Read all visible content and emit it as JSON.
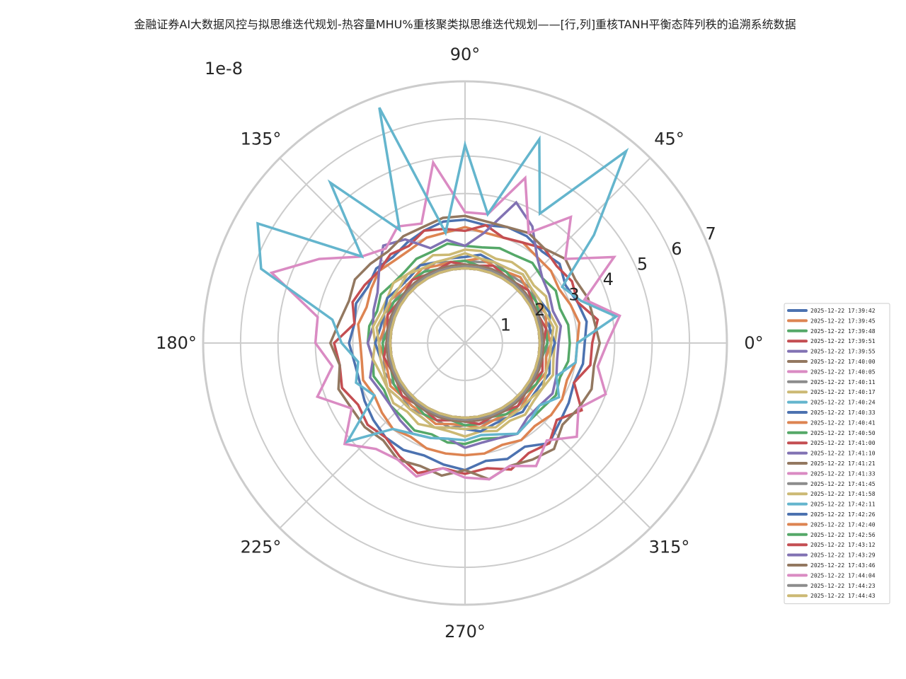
{
  "chart_data": {
    "type": "line",
    "projection": "polar",
    "title": "金融证券AI大数据风控与拟思维迭代规划-热容量MHU%重核聚类拟思维迭代规划——[行,列]重核TANH平衡态阵列秩的追溯系统数据",
    "radial_scale_label": "1e-8",
    "radial_ticks": [
      "1",
      "2",
      "3",
      "4",
      "5",
      "6",
      "7"
    ],
    "rlim": [
      0,
      7
    ],
    "angle_ticks": [
      "0°",
      "45°",
      "90°",
      "135°",
      "180°",
      "225°",
      "270°",
      "315°"
    ],
    "grid": true,
    "legend_position": "lower-right",
    "theta_deg": [
      0,
      10,
      20,
      30,
      40,
      50,
      60,
      70,
      80,
      90,
      100,
      110,
      120,
      130,
      140,
      150,
      160,
      170,
      180,
      190,
      200,
      210,
      220,
      230,
      240,
      250,
      260,
      270,
      280,
      290,
      300,
      310,
      320,
      330,
      340,
      350
    ],
    "colors": [
      "#4c72b0",
      "#dd8452",
      "#55a868",
      "#c44e52",
      "#8172b3",
      "#937860",
      "#da8bc3",
      "#8c8c8c",
      "#ccb974",
      "#64b5cd"
    ],
    "series": [
      {
        "name": "2025-12-22 17:39:42",
        "values": [
          3.2,
          3.3,
          3.2,
          3.1,
          3.3,
          3.2,
          3.3,
          3.3,
          3.2,
          3.3,
          3.3,
          3.2,
          3.1,
          3.0,
          3.1,
          3.0,
          3.1,
          3.0,
          3.1,
          3.0,
          3.0,
          3.1,
          3.2,
          3.3,
          3.3,
          3.2,
          3.3,
          3.4,
          3.2,
          3.3,
          3.2,
          3.5,
          3.3,
          3.2,
          3.1,
          3.2
        ]
      },
      {
        "name": "2025-12-22 17:39:45",
        "values": [
          3.0,
          3.1,
          3.0,
          2.9,
          3.0,
          3.0,
          3.1,
          3.0,
          3.0,
          3.1,
          3.0,
          3.0,
          2.9,
          2.9,
          3.0,
          2.9,
          2.8,
          2.9,
          2.8,
          2.8,
          2.9,
          2.8,
          2.9,
          3.0,
          2.9,
          3.0,
          3.0,
          3.0,
          3.0,
          2.9,
          3.0,
          2.9,
          3.0,
          3.0,
          2.9,
          3.0
        ]
      },
      {
        "name": "2025-12-22 17:39:48",
        "values": [
          2.8,
          2.8,
          2.7,
          2.8,
          2.7,
          2.8,
          2.7,
          2.7,
          2.6,
          2.6,
          2.7,
          2.6,
          2.6,
          2.5,
          2.5,
          2.6,
          2.5,
          2.6,
          2.6,
          2.5,
          2.6,
          2.5,
          2.6,
          2.6,
          2.7,
          2.6,
          2.7,
          2.7,
          2.6,
          2.7,
          2.8,
          2.7,
          2.7,
          2.8,
          2.7,
          2.8
        ]
      },
      {
        "name": "2025-12-22 17:39:51",
        "values": [
          3.4,
          3.6,
          3.2,
          3.3,
          3.2,
          3.3,
          3.1,
          3.0,
          3.2,
          3.0,
          3.1,
          3.2,
          3.0,
          3.1,
          3.0,
          3.1,
          3.2,
          3.0,
          3.5,
          3.4,
          3.5,
          3.3,
          3.4,
          3.3,
          3.5,
          3.7,
          3.4,
          3.5,
          3.4,
          3.6,
          3.4,
          3.5,
          3.2,
          3.6,
          3.1,
          3.4
        ]
      },
      {
        "name": "2025-12-22 17:39:55",
        "values": [
          2.5,
          2.6,
          2.5,
          2.6,
          2.7,
          3.0,
          3.6,
          4.0,
          3.0,
          2.6,
          2.8,
          2.7,
          3.2,
          3.4,
          3.0,
          2.7,
          2.6,
          2.5,
          2.6,
          2.5,
          2.7,
          2.6,
          2.6,
          2.7,
          2.8,
          2.7,
          2.6,
          2.8,
          2.7,
          2.7,
          2.8,
          2.6,
          2.6,
          2.7,
          2.6,
          2.5
        ]
      },
      {
        "name": "2025-12-22 17:40:00",
        "values": [
          3.6,
          3.5,
          3.5,
          3.4,
          3.5,
          3.3,
          3.4,
          3.3,
          3.3,
          3.4,
          3.4,
          3.3,
          3.3,
          3.2,
          3.3,
          3.4,
          3.3,
          3.4,
          3.6,
          3.4,
          3.6,
          3.5,
          3.5,
          3.4,
          3.6,
          3.5,
          3.6,
          3.4,
          3.7,
          3.5,
          3.6,
          3.7,
          3.4,
          3.5,
          3.6,
          3.5
        ]
      },
      {
        "name": "2025-12-22 17:40:05",
        "values": [
          3.8,
          4.2,
          3.4,
          4.6,
          3.5,
          4.4,
          3.4,
          4.7,
          3.5,
          3.5,
          4.9,
          3.4,
          3.6,
          3.3,
          3.6,
          4.5,
          5.5,
          4.0,
          4.0,
          3.6,
          4.2,
          3.5,
          4.2,
          3.7,
          3.6,
          3.8,
          3.4,
          3.6,
          3.7,
          3.5,
          3.8,
          3.4,
          3.9,
          3.5,
          4.0,
          3.6
        ]
      },
      {
        "name": "2025-12-22 17:40:11",
        "values": [
          2.2,
          2.3,
          2.2,
          2.2,
          2.3,
          2.2,
          2.2,
          2.3,
          2.2,
          2.2,
          2.2,
          2.3,
          2.2,
          2.2,
          2.2,
          2.2,
          2.3,
          2.2,
          2.2,
          2.2,
          2.3,
          2.2,
          2.2,
          2.3,
          2.2,
          2.2,
          2.3,
          2.2,
          2.2,
          2.2,
          2.3,
          2.2,
          2.2,
          2.2,
          2.3,
          2.2
        ]
      },
      {
        "name": "2025-12-22 17:40:17",
        "values": [
          2.4,
          2.5,
          2.4,
          2.5,
          2.4,
          2.5,
          2.5,
          2.4,
          2.5,
          2.5,
          2.4,
          2.5,
          2.4,
          2.4,
          2.5,
          2.4,
          2.4,
          2.5,
          2.4,
          2.5,
          2.4,
          2.4,
          2.5,
          2.4,
          2.5,
          2.4,
          2.4,
          2.5,
          2.4,
          2.5,
          2.4,
          2.5,
          2.4,
          2.4,
          2.5,
          2.4
        ]
      },
      {
        "name": "2025-12-22 17:40:24",
        "values": [
          3.0,
          4.1,
          3.3,
          3.0,
          4.5,
          6.7,
          4.0,
          5.8,
          3.5,
          5.3,
          3.0,
          6.7,
          3.5,
          5.6,
          3.6,
          6.4,
          5.8,
          3.6,
          3.3,
          2.9,
          3.1,
          2.8,
          4.1,
          3.0,
          2.8,
          2.7,
          2.6,
          2.6,
          2.5,
          2.6,
          2.8,
          2.7,
          2.6,
          2.9,
          2.6,
          3.0
        ]
      },
      {
        "name": "2025-12-22 17:40:33",
        "values": [
          2.4,
          2.3,
          2.4,
          2.3,
          2.3,
          2.4,
          2.3,
          2.3,
          2.4,
          2.3,
          2.3,
          2.3,
          2.4,
          2.3,
          2.3,
          2.4,
          2.3,
          2.3,
          2.4,
          2.3,
          2.3,
          2.4,
          2.3,
          2.3,
          2.3,
          2.4,
          2.3,
          2.3,
          2.4,
          2.3,
          2.3,
          2.4,
          2.3,
          2.3,
          2.4,
          2.3
        ]
      },
      {
        "name": "2025-12-22 17:40:41",
        "values": [
          2.3,
          2.2,
          2.3,
          2.2,
          2.2,
          2.3,
          2.2,
          2.2,
          2.3,
          2.2,
          2.2,
          2.2,
          2.3,
          2.2,
          2.2,
          2.3,
          2.2,
          2.2,
          2.3,
          2.2,
          2.2,
          2.3,
          2.2,
          2.2,
          2.2,
          2.3,
          2.2,
          2.2,
          2.3,
          2.2,
          2.2,
          2.3,
          2.2,
          2.2,
          2.3,
          2.2
        ]
      },
      {
        "name": "2025-12-22 17:40:50",
        "values": [
          2.2,
          2.2,
          2.1,
          2.2,
          2.2,
          2.1,
          2.2,
          2.2,
          2.1,
          2.2,
          2.2,
          2.1,
          2.2,
          2.2,
          2.1,
          2.2,
          2.2,
          2.1,
          2.2,
          2.2,
          2.1,
          2.2,
          2.2,
          2.1,
          2.2,
          2.2,
          2.1,
          2.2,
          2.2,
          2.1,
          2.2,
          2.2,
          2.1,
          2.2,
          2.2,
          2.1
        ]
      },
      {
        "name": "2025-12-22 17:41:00",
        "values": [
          2.1,
          2.2,
          2.1,
          2.1,
          2.2,
          2.1,
          2.1,
          2.2,
          2.1,
          2.1,
          2.2,
          2.1,
          2.1,
          2.2,
          2.1,
          2.1,
          2.2,
          2.1,
          2.1,
          2.2,
          2.1,
          2.1,
          2.2,
          2.1,
          2.1,
          2.2,
          2.1,
          2.1,
          2.2,
          2.1,
          2.1,
          2.2,
          2.1,
          2.1,
          2.2,
          2.1
        ]
      },
      {
        "name": "2025-12-22 17:41:10",
        "values": [
          2.1,
          2.1,
          2.1,
          2.1,
          2.1,
          2.1,
          2.1,
          2.1,
          2.1,
          2.1,
          2.1,
          2.1,
          2.1,
          2.1,
          2.1,
          2.1,
          2.1,
          2.1,
          2.1,
          2.1,
          2.1,
          2.1,
          2.1,
          2.1,
          2.1,
          2.1,
          2.1,
          2.1,
          2.1,
          2.1,
          2.1,
          2.1,
          2.1,
          2.1,
          2.1,
          2.1
        ]
      },
      {
        "name": "2025-12-22 17:41:21",
        "values": [
          2.1,
          2.1,
          2.1,
          2.1,
          2.1,
          2.1,
          2.1,
          2.1,
          2.1,
          2.1,
          2.1,
          2.1,
          2.1,
          2.1,
          2.1,
          2.1,
          2.1,
          2.1,
          2.1,
          2.1,
          2.1,
          2.1,
          2.1,
          2.1,
          2.1,
          2.1,
          2.1,
          2.1,
          2.1,
          2.1,
          2.1,
          2.1,
          2.1,
          2.1,
          2.1,
          2.1
        ]
      },
      {
        "name": "2025-12-22 17:41:33",
        "values": [
          2.05,
          2.05,
          2.05,
          2.05,
          2.05,
          2.05,
          2.05,
          2.05,
          2.05,
          2.05,
          2.05,
          2.05,
          2.05,
          2.05,
          2.05,
          2.05,
          2.05,
          2.05,
          2.05,
          2.05,
          2.05,
          2.05,
          2.05,
          2.05,
          2.05,
          2.05,
          2.05,
          2.05,
          2.05,
          2.05,
          2.05,
          2.05,
          2.05,
          2.05,
          2.05,
          2.05
        ]
      },
      {
        "name": "2025-12-22 17:41:45",
        "values": [
          2.05,
          2.05,
          2.05,
          2.05,
          2.05,
          2.05,
          2.05,
          2.05,
          2.05,
          2.05,
          2.05,
          2.05,
          2.05,
          2.05,
          2.05,
          2.05,
          2.05,
          2.05,
          2.05,
          2.05,
          2.05,
          2.05,
          2.05,
          2.05,
          2.05,
          2.05,
          2.05,
          2.05,
          2.05,
          2.05,
          2.05,
          2.05,
          2.05,
          2.05,
          2.05,
          2.05
        ]
      },
      {
        "name": "2025-12-22 17:41:58",
        "values": [
          2.3,
          2.4,
          2.3,
          2.3,
          2.3,
          2.4,
          2.3,
          2.3,
          2.3,
          2.4,
          2.3,
          2.3,
          2.3,
          2.4,
          2.3,
          2.3,
          2.3,
          2.4,
          2.3,
          2.3,
          2.3,
          2.4,
          2.3,
          2.3,
          2.3,
          2.4,
          2.3,
          2.3,
          2.3,
          2.4,
          2.3,
          2.3,
          2.3,
          2.4,
          2.3,
          2.3
        ]
      },
      {
        "name": "2025-12-22 17:42:11",
        "values": [
          2.0,
          2.0,
          2.0,
          2.0,
          2.0,
          2.0,
          2.0,
          2.0,
          2.0,
          2.0,
          2.0,
          2.0,
          2.0,
          2.0,
          2.0,
          2.0,
          2.0,
          2.0,
          2.0,
          2.0,
          2.0,
          2.0,
          2.0,
          2.0,
          2.0,
          2.0,
          2.0,
          2.0,
          2.0,
          2.0,
          2.0,
          2.0,
          2.0,
          2.0,
          2.0,
          2.0
        ]
      },
      {
        "name": "2025-12-22 17:42:26",
        "values": [
          2.0,
          2.0,
          2.0,
          2.0,
          2.0,
          2.0,
          2.0,
          2.0,
          2.0,
          2.0,
          2.0,
          2.0,
          2.0,
          2.0,
          2.0,
          2.0,
          2.0,
          2.0,
          2.0,
          2.0,
          2.0,
          2.0,
          2.0,
          2.0,
          2.0,
          2.0,
          2.0,
          2.0,
          2.0,
          2.0,
          2.0,
          2.0,
          2.0,
          2.0,
          2.0,
          2.0
        ]
      },
      {
        "name": "2025-12-22 17:42:40",
        "values": [
          2.0,
          2.0,
          2.0,
          2.0,
          2.0,
          2.0,
          2.0,
          2.0,
          2.0,
          2.0,
          2.0,
          2.0,
          2.0,
          2.0,
          2.0,
          2.0,
          2.0,
          2.0,
          2.0,
          2.0,
          2.0,
          2.0,
          2.0,
          2.0,
          2.0,
          2.0,
          2.0,
          2.0,
          2.0,
          2.0,
          2.0,
          2.0,
          2.0,
          2.0,
          2.0,
          2.0
        ]
      },
      {
        "name": "2025-12-22 17:42:56",
        "values": [
          2.0,
          2.0,
          2.0,
          2.0,
          2.0,
          2.0,
          2.0,
          2.0,
          2.0,
          2.0,
          2.0,
          2.0,
          2.0,
          2.0,
          2.0,
          2.0,
          2.0,
          2.0,
          2.0,
          2.0,
          2.0,
          2.0,
          2.0,
          2.0,
          2.0,
          2.0,
          2.0,
          2.0,
          2.0,
          2.0,
          2.0,
          2.0,
          2.0,
          2.0,
          2.0,
          2.0
        ]
      },
      {
        "name": "2025-12-22 17:43:12",
        "values": [
          2.0,
          2.0,
          2.0,
          2.0,
          2.0,
          2.0,
          2.0,
          2.0,
          2.0,
          2.0,
          2.0,
          2.0,
          2.0,
          2.0,
          2.0,
          2.0,
          2.0,
          2.0,
          2.0,
          2.0,
          2.0,
          2.0,
          2.0,
          2.0,
          2.0,
          2.0,
          2.0,
          2.0,
          2.0,
          2.0,
          2.0,
          2.0,
          2.0,
          2.0,
          2.0,
          2.0
        ]
      },
      {
        "name": "2025-12-22 17:43:29",
        "values": [
          2.0,
          2.0,
          2.0,
          2.0,
          2.0,
          2.0,
          2.0,
          2.0,
          2.0,
          2.0,
          2.0,
          2.0,
          2.0,
          2.0,
          2.0,
          2.0,
          2.0,
          2.0,
          2.0,
          2.0,
          2.0,
          2.0,
          2.0,
          2.0,
          2.0,
          2.0,
          2.0,
          2.0,
          2.0,
          2.0,
          2.0,
          2.0,
          2.0,
          2.0,
          2.0,
          2.0
        ]
      },
      {
        "name": "2025-12-22 17:43:46",
        "values": [
          2.0,
          2.0,
          2.0,
          2.0,
          2.0,
          2.0,
          2.0,
          2.0,
          2.0,
          2.0,
          2.0,
          2.0,
          2.0,
          2.0,
          2.0,
          2.0,
          2.0,
          2.0,
          2.0,
          2.0,
          2.0,
          2.0,
          2.0,
          2.0,
          2.0,
          2.0,
          2.0,
          2.0,
          2.0,
          2.0,
          2.0,
          2.0,
          2.0,
          2.0,
          2.0,
          2.0
        ]
      },
      {
        "name": "2025-12-22 17:44:04",
        "values": [
          2.0,
          2.0,
          2.0,
          2.0,
          2.0,
          2.0,
          2.0,
          2.0,
          2.0,
          2.0,
          2.0,
          2.0,
          2.0,
          2.0,
          2.0,
          2.0,
          2.0,
          2.0,
          2.0,
          2.0,
          2.0,
          2.0,
          2.0,
          2.0,
          2.0,
          2.0,
          2.0,
          2.0,
          2.0,
          2.0,
          2.0,
          2.0,
          2.0,
          2.0,
          2.0,
          2.0
        ]
      },
      {
        "name": "2025-12-22 17:44:23",
        "values": [
          2.0,
          2.0,
          2.0,
          2.0,
          2.0,
          2.0,
          2.0,
          2.0,
          2.0,
          2.0,
          2.0,
          2.0,
          2.0,
          2.0,
          2.0,
          2.0,
          2.0,
          2.0,
          2.0,
          2.0,
          2.0,
          2.0,
          2.0,
          2.0,
          2.0,
          2.0,
          2.0,
          2.0,
          2.0,
          2.0,
          2.0,
          2.0,
          2.0,
          2.0,
          2.0,
          2.0
        ]
      },
      {
        "name": "2025-12-22 17:44:43",
        "values": [
          2.0,
          2.0,
          2.0,
          2.0,
          2.0,
          2.0,
          2.0,
          2.0,
          2.0,
          2.0,
          2.0,
          2.0,
          2.0,
          2.0,
          2.0,
          2.0,
          2.0,
          2.0,
          2.0,
          2.0,
          2.0,
          2.0,
          2.0,
          2.0,
          2.0,
          2.0,
          2.0,
          2.0,
          2.0,
          2.0,
          2.0,
          2.0,
          2.0,
          2.0,
          2.0,
          2.0
        ]
      }
    ]
  }
}
